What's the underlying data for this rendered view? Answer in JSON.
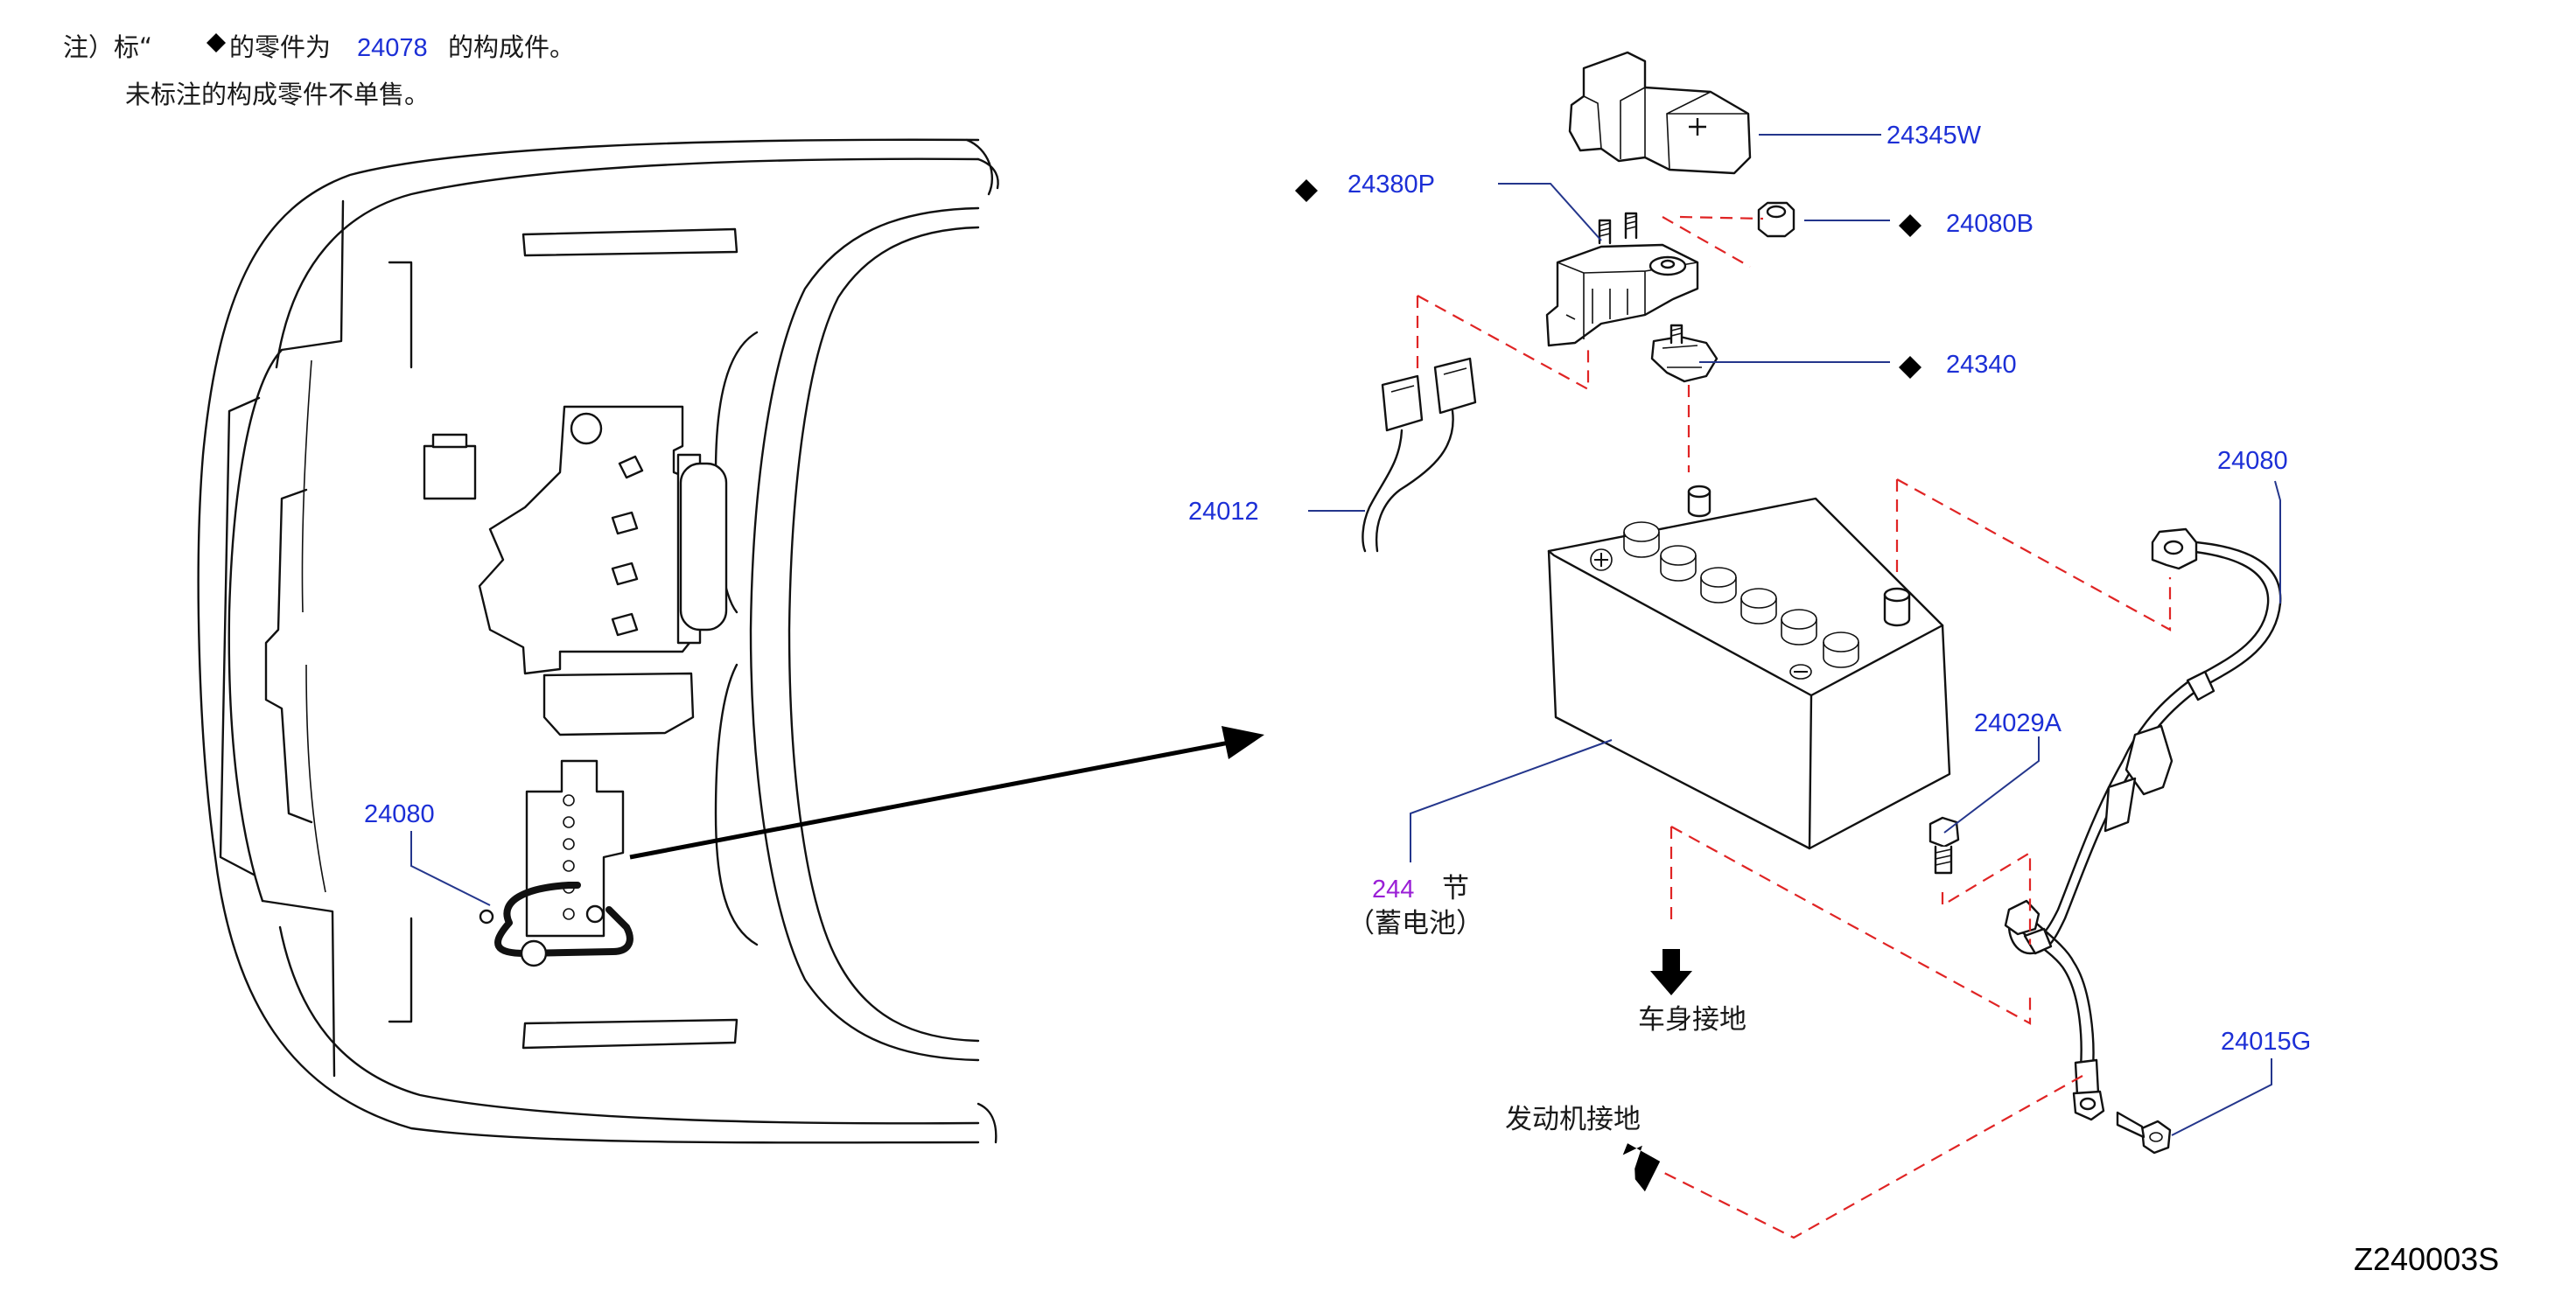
{
  "note": {
    "line1_prefix": "注）标“",
    "line1_middle": "的零件为",
    "line1_part": "24078",
    "line1_suffix": "的构成件。",
    "line2": "未标注的构成零件不单售。"
  },
  "callouts": {
    "p24345W": "24345W",
    "p24380P": "24380P",
    "p24080B": "24080B",
    "p24340": "24340",
    "p24012": "24012",
    "p24080_right": "24080",
    "p24029A": "24029A",
    "p24015G": "24015G",
    "p24080_left": "24080"
  },
  "battery": {
    "section": "244",
    "section_suffix": "节",
    "name": "（蓄电池）"
  },
  "labels": {
    "body_ground": "车身接地",
    "engine_ground": "发动机接地"
  },
  "diagram_code": "Z240003S",
  "colors": {
    "part_link": "#1c2fd6",
    "section_link": "#9a1fd6",
    "leader": "#24368c",
    "dash": "#e02424",
    "line": "#111111"
  }
}
